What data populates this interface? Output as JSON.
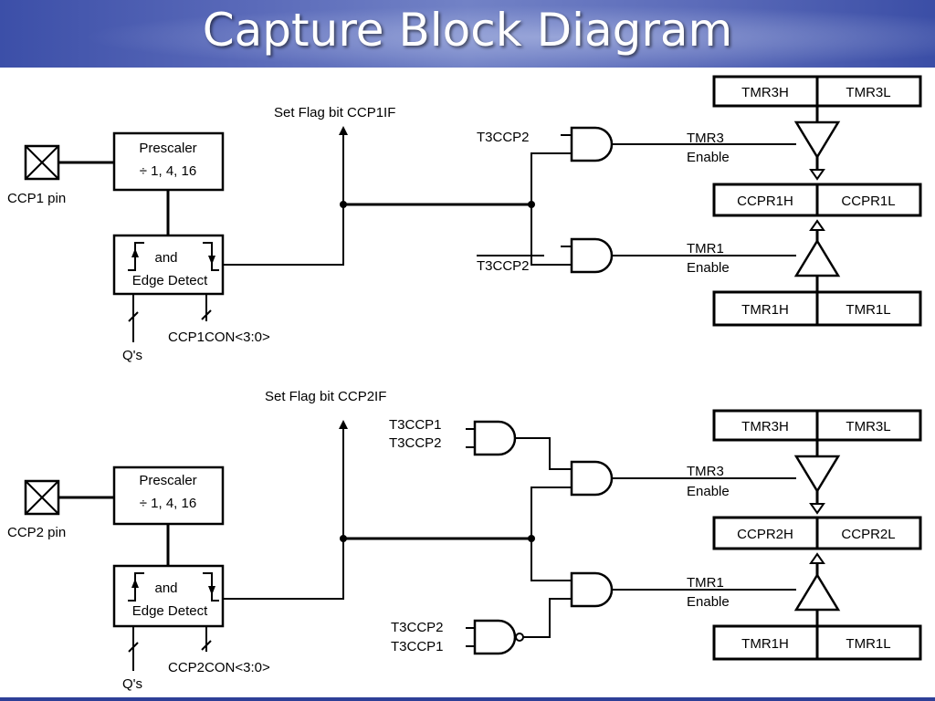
{
  "title": "Capture Block Diagram",
  "top": {
    "pin_label": "CCP1 pin",
    "prescaler_line1": "Prescaler",
    "prescaler_line2": "÷ 1, 4, 16",
    "edge_line1": "and",
    "edge_line2": "Edge Detect",
    "qs_label": "Q's",
    "con_label": "CCP1CON<3:0>",
    "flag_label": "Set Flag bit CCP1IF",
    "gate_top_input": "T3CCP2",
    "gate_bottom_input": "T3CCP2",
    "tmr3_enable_1": "TMR3",
    "tmr3_enable_2": "Enable",
    "tmr1_enable_1": "TMR1",
    "tmr1_enable_2": "Enable",
    "tmr3h": "TMR3H",
    "tmr3l": "TMR3L",
    "ccprh": "CCPR1H",
    "ccprl": "CCPR1L",
    "tmr1h": "TMR1H",
    "tmr1l": "TMR1L"
  },
  "bottom": {
    "pin_label": "CCP2 pin",
    "prescaler_line1": "Prescaler",
    "prescaler_line2": "÷ 1, 4, 16",
    "edge_line1": "and",
    "edge_line2": "Edge Detect",
    "qs_label": "Q's",
    "con_label": "CCP2CON<3:0>",
    "flag_label": "Set Flag bit CCP2IF",
    "and_in_1": "T3CCP1",
    "and_in_2": "T3CCP2",
    "nand_in_1": "T3CCP2",
    "nand_in_2": "T3CCP1",
    "tmr3_enable_1": "TMR3",
    "tmr3_enable_2": "Enable",
    "tmr1_enable_1": "TMR1",
    "tmr1_enable_2": "Enable",
    "tmr3h": "TMR3H",
    "tmr3l": "TMR3L",
    "ccprh": "CCPR2H",
    "ccprl": "CCPR2L",
    "tmr1h": "TMR1H",
    "tmr1l": "TMR1L"
  },
  "colors": {
    "title_bar": "#5868b8",
    "title_text": "#ffffff",
    "bottom_line": "#2d3f97"
  }
}
